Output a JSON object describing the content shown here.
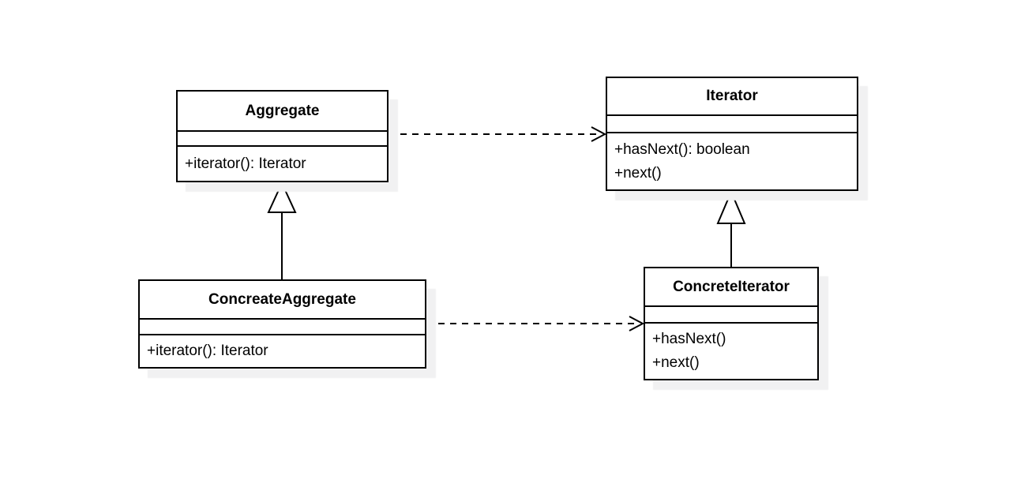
{
  "diagram": {
    "kind": "uml-class-diagram",
    "pattern_name": "Iterator",
    "colors": {
      "stroke": "#000000",
      "box_fill": "#ffffff",
      "shadow": "#f1f1f2",
      "background": "#ffffff"
    },
    "classes": {
      "aggregate": {
        "name": "Aggregate",
        "attributes": [],
        "methods": [
          "+iterator(): Iterator"
        ]
      },
      "iterator": {
        "name": "Iterator",
        "attributes": [],
        "methods": [
          "+hasNext(): boolean",
          "+next()"
        ]
      },
      "concreate_aggregate": {
        "name": "ConcreateAggregate",
        "attributes": [],
        "methods": [
          "+iterator(): Iterator"
        ]
      },
      "concrete_iterator": {
        "name": "ConcreteIterator",
        "attributes": [],
        "methods": [
          "+hasNext()",
          "+next()"
        ]
      }
    },
    "relationships": [
      {
        "from": "Aggregate",
        "to": "Iterator",
        "type": "dependency",
        "line": "dashed",
        "arrowhead": "open"
      },
      {
        "from": "ConcreateAggregate",
        "to": "ConcreteIterator",
        "type": "dependency",
        "line": "dashed",
        "arrowhead": "open"
      },
      {
        "from": "ConcreateAggregate",
        "to": "Aggregate",
        "type": "generalization",
        "line": "solid",
        "arrowhead": "hollow-triangle"
      },
      {
        "from": "ConcreteIterator",
        "to": "Iterator",
        "type": "generalization",
        "line": "solid",
        "arrowhead": "hollow-triangle"
      }
    ]
  }
}
